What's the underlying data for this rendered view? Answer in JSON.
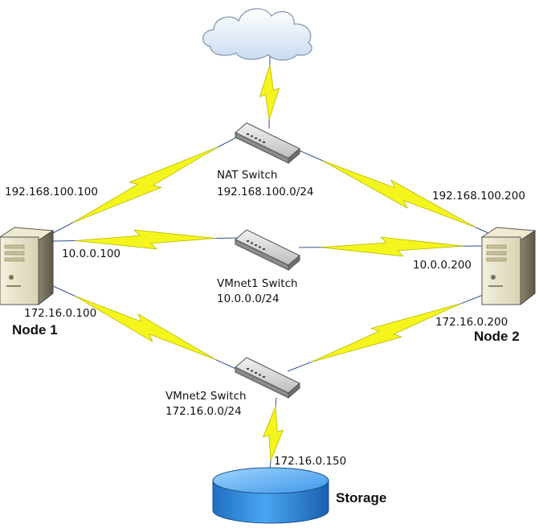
{
  "nodes": {
    "node1": {
      "label": "Node 1"
    },
    "node2": {
      "label": "Node 2"
    },
    "storage": {
      "label": "Storage"
    }
  },
  "switches": {
    "nat": {
      "name": "NAT Switch",
      "subnet": "192.168.100.0/24"
    },
    "vmnet1": {
      "name": "VMnet1 Switch",
      "subnet": "10.0.0.0/24"
    },
    "vmnet2": {
      "name": "VMnet2 Switch",
      "subnet": "172.16.0.0/24"
    }
  },
  "ips": {
    "node1_nat": "192.168.100.100",
    "node1_vmnet1": "10.0.0.100",
    "node1_vmnet2": "172.16.0.100",
    "node2_nat": "192.168.100.200",
    "node2_vmnet1": "10.0.0.200",
    "node2_vmnet2": "172.16.0.200",
    "storage": "172.16.0.150"
  },
  "colors": {
    "link_line": "#2f4f8f",
    "bolt_fill": "#f5f51e",
    "bolt_stroke": "#b8b800",
    "storage_blue": "#2a8be0"
  }
}
